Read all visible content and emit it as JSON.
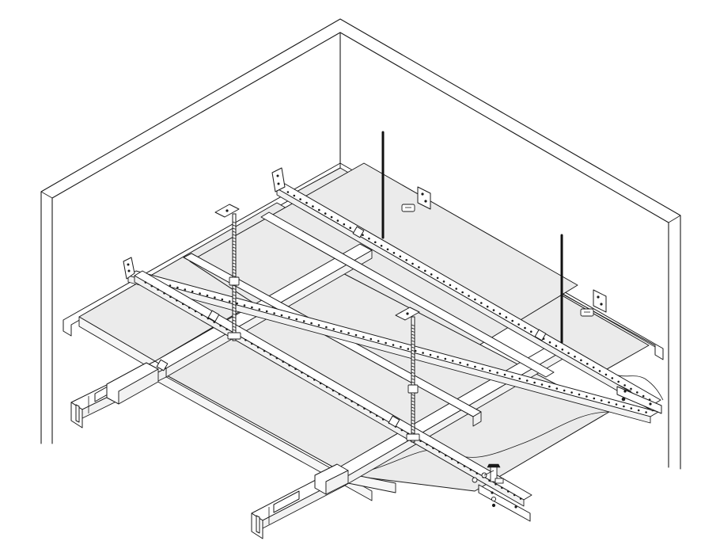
{
  "figure": {
    "style": "isometric line drawing",
    "colors": {
      "line": "#1a1a1a",
      "panel_fill": "#ebebeb",
      "background": "#ffffff",
      "rod": "#111111"
    },
    "components": [
      "room-walls",
      "perimeter-wall-angle",
      "ceiling-panels",
      "perforated-carrier-rails",
      "main-runner-channels",
      "threaded-hangers",
      "suspension-rods",
      "end-brackets",
      "splice-connectors",
      "fastener-hardware"
    ]
  }
}
